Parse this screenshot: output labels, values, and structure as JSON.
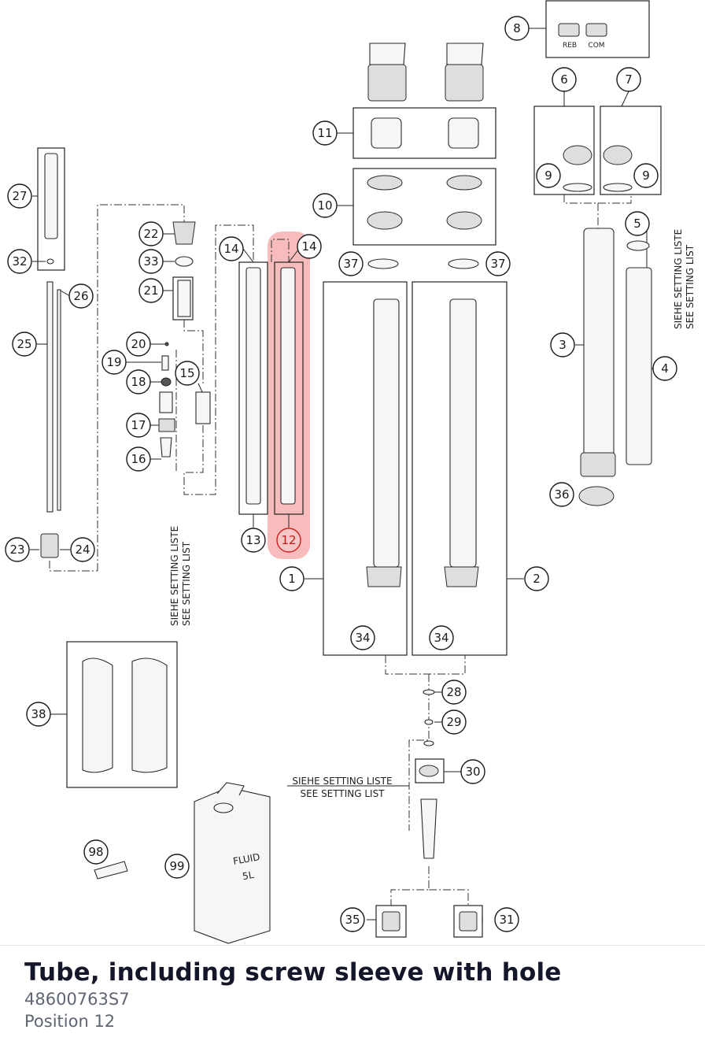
{
  "selected_part": {
    "title": "Tube, including screw sleeve with hole",
    "number": "48600763S7",
    "position": "Position 12",
    "highlight_color": "#e02020"
  },
  "diagram": {
    "callouts": [
      "1",
      "2",
      "3",
      "4",
      "5",
      "6",
      "7",
      "8",
      "9",
      "9",
      "10",
      "11",
      "12",
      "13",
      "14",
      "14",
      "15",
      "16",
      "17",
      "18",
      "19",
      "20",
      "21",
      "22",
      "23",
      "24",
      "25",
      "26",
      "27",
      "28",
      "29",
      "30",
      "31",
      "32",
      "33",
      "34",
      "34",
      "35",
      "36",
      "37",
      "37",
      "38",
      "98",
      "99"
    ],
    "active_callout": "12",
    "notes": {
      "setting_list_de": "SIEHE SETTING LISTE",
      "setting_list_en": "SEE SETTING LIST"
    },
    "clicker_labels": {
      "reb": "REB",
      "com": "COM"
    },
    "fluid_can": {
      "line1": "FLUID",
      "line2": "5L"
    }
  }
}
